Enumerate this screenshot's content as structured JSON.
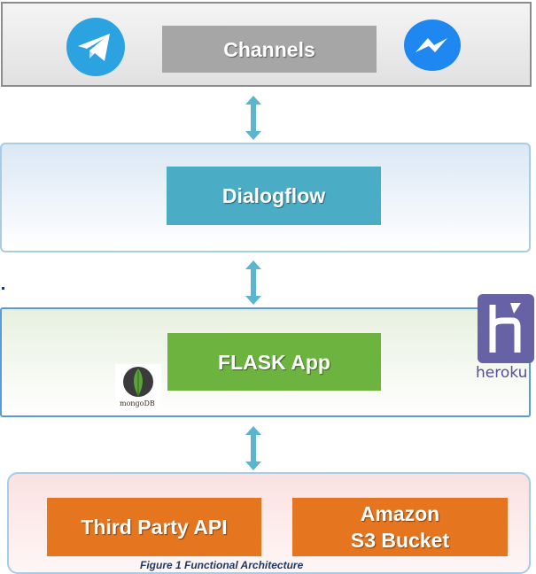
{
  "layers": {
    "channels": {
      "label": "Channels"
    },
    "dialogflow": {
      "label": "Dialogflow"
    },
    "flask": {
      "label": "FLASK App"
    },
    "services": {
      "third_party": "Third Party API",
      "s3": "Amazon\nS3  Bucket"
    }
  },
  "logos": {
    "heroku": "heroku",
    "mongodb": "mongoDB"
  },
  "icons": [
    "telegram-icon",
    "messenger-icon",
    "heroku-logo",
    "mongodb-logo"
  ],
  "caption": "Figure 1 Functional Architecture",
  "colors": {
    "channels_box": "#a6a6a6",
    "dialogflow_box": "#4bacc6",
    "flask_box": "#6db33f",
    "services_box": "#e5761f",
    "arrow": "#5bb4d0",
    "heroku": "#6762a6",
    "telegram": "#2aa3e0",
    "messenger": "#1e88f0"
  }
}
